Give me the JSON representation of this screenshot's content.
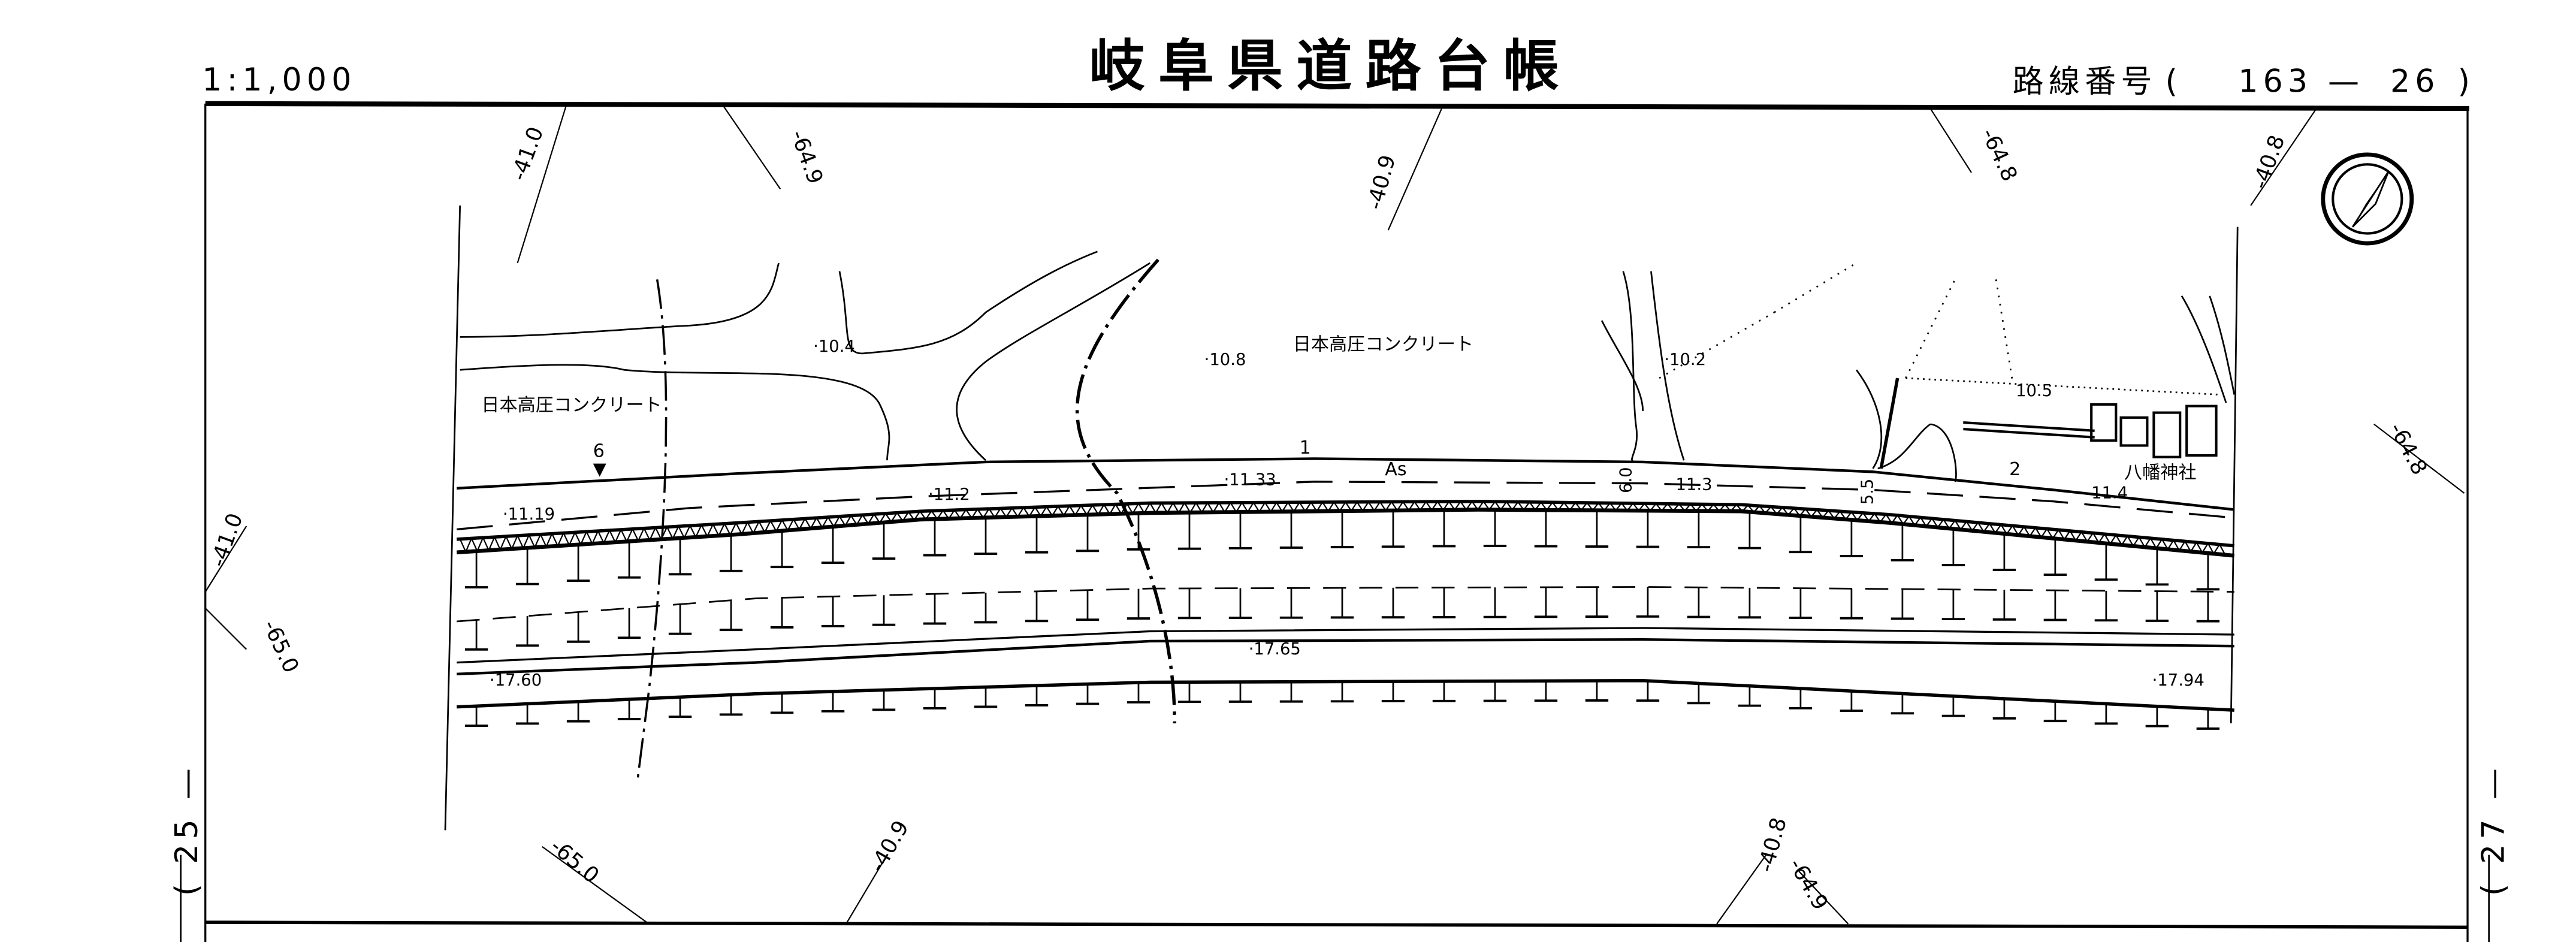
{
  "header": {
    "scale": "1:1,000",
    "title": "岐阜県道路台帳",
    "route_label": "路線番号",
    "route_open": "(",
    "route_number_a": "163",
    "route_dash": "—",
    "route_number_b": "26",
    "route_close": ")"
  },
  "side": {
    "left": "( 25 —",
    "right": "( 27 —"
  },
  "grid_labels": [
    "-41.0",
    "-64.9",
    "-40.9",
    "-64.8",
    "-40.8",
    "-64.8",
    "-41.0",
    "-65.0",
    "-65.0",
    "-40.9",
    "-40.8",
    "-64.9"
  ],
  "place_names": [
    "日本高圧コンクリート",
    "日本高圧コンクリート",
    "八幡神社"
  ],
  "spot_heights": [
    "·10.4",
    "·10.8",
    "·10.2",
    "10.5",
    "·11.33",
    "11.3",
    "·11.2",
    "·11.19",
    "11.4",
    "·17.60",
    "·17.65",
    "·17.94"
  ],
  "road": {
    "surface": "As",
    "markers": [
      "1",
      "2",
      "6"
    ],
    "widths": [
      "6.0",
      "5.5"
    ]
  },
  "compass": {
    "icon": "north-arrow-icon"
  }
}
